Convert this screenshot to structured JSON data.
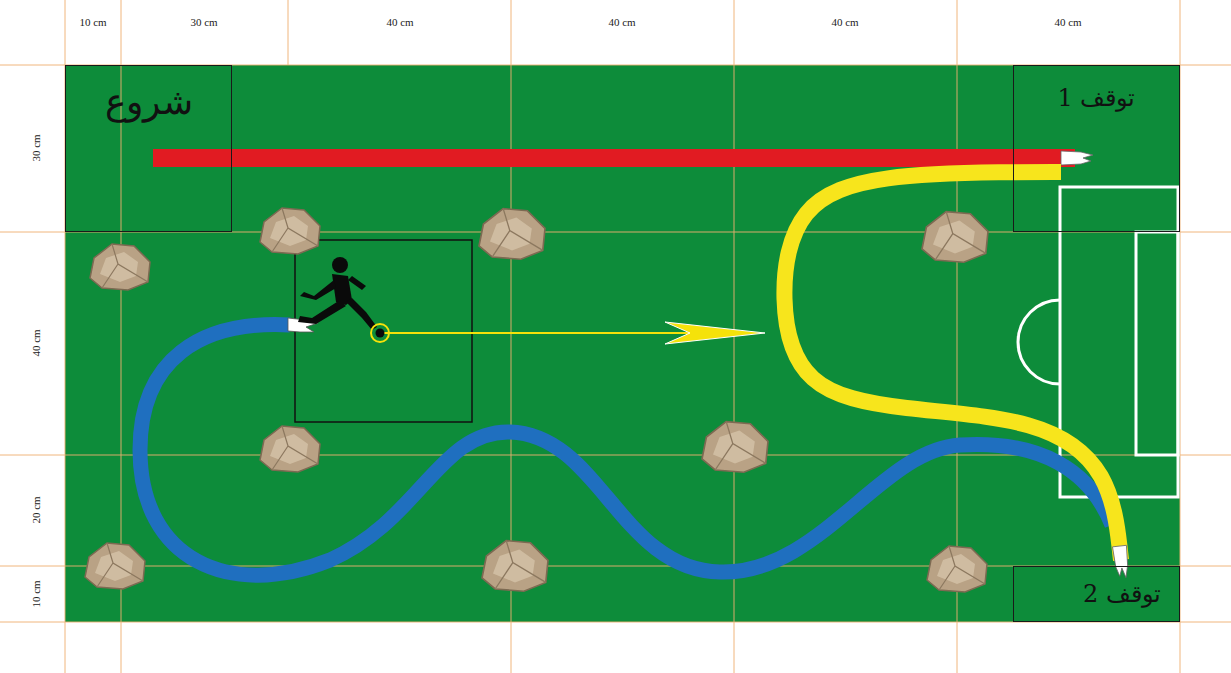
{
  "diagram": {
    "nodes": [
      {
        "text": [
          "شروع"
        ]
      },
      {
        "text": [
          "توقف 1"
        ]
      },
      {
        "text": [
          "توقف 2"
        ]
      }
    ],
    "edges": [
      {
        "from": 0,
        "to": 1,
        "arrow": "to"
      },
      {
        "from": 1,
        "to": 2,
        "arrow": "to"
      }
    ],
    "labels": [
      "10 cm",
      "30 cm",
      "40 cm",
      "40 cm",
      "40 cm",
      "40 cm",
      "30 cm",
      "40 cm",
      "20 cm",
      "10 cm"
    ]
  }
}
